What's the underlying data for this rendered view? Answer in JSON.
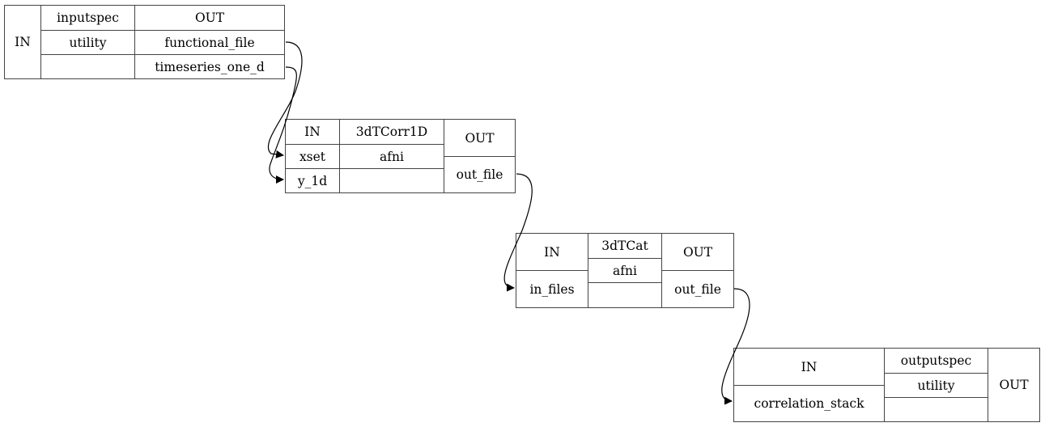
{
  "diagram": {
    "type": "workflow-graph",
    "nodes": [
      {
        "id": "inputspec",
        "in_label": "IN",
        "name": "inputspec",
        "interface": "utility",
        "out_label": "OUT",
        "inputs": [],
        "outputs": [
          "functional_file",
          "timeseries_one_d"
        ]
      },
      {
        "id": "3dTCorr1D",
        "in_label": "IN",
        "name": "3dTCorr1D",
        "interface": "afni",
        "out_label": "OUT",
        "inputs": [
          "xset",
          "y_1d"
        ],
        "outputs": [
          "out_file"
        ]
      },
      {
        "id": "3dTCat",
        "in_label": "IN",
        "name": "3dTCat",
        "interface": "afni",
        "out_label": "OUT",
        "inputs": [
          "in_files"
        ],
        "outputs": [
          "out_file"
        ]
      },
      {
        "id": "outputspec",
        "in_label": "IN",
        "name": "outputspec",
        "interface": "utility",
        "out_label": "OUT",
        "inputs": [
          "correlation_stack"
        ],
        "outputs": []
      }
    ],
    "edges": [
      {
        "from": "inputspec.functional_file",
        "to": "3dTCorr1D.xset"
      },
      {
        "from": "inputspec.timeseries_one_d",
        "to": "3dTCorr1D.y_1d"
      },
      {
        "from": "3dTCorr1D.out_file",
        "to": "3dTCat.in_files"
      },
      {
        "from": "3dTCat.out_file",
        "to": "outputspec.correlation_stack"
      }
    ],
    "colors": {
      "border": "#444444",
      "edge": "#000000",
      "background": "#ffffff"
    }
  }
}
